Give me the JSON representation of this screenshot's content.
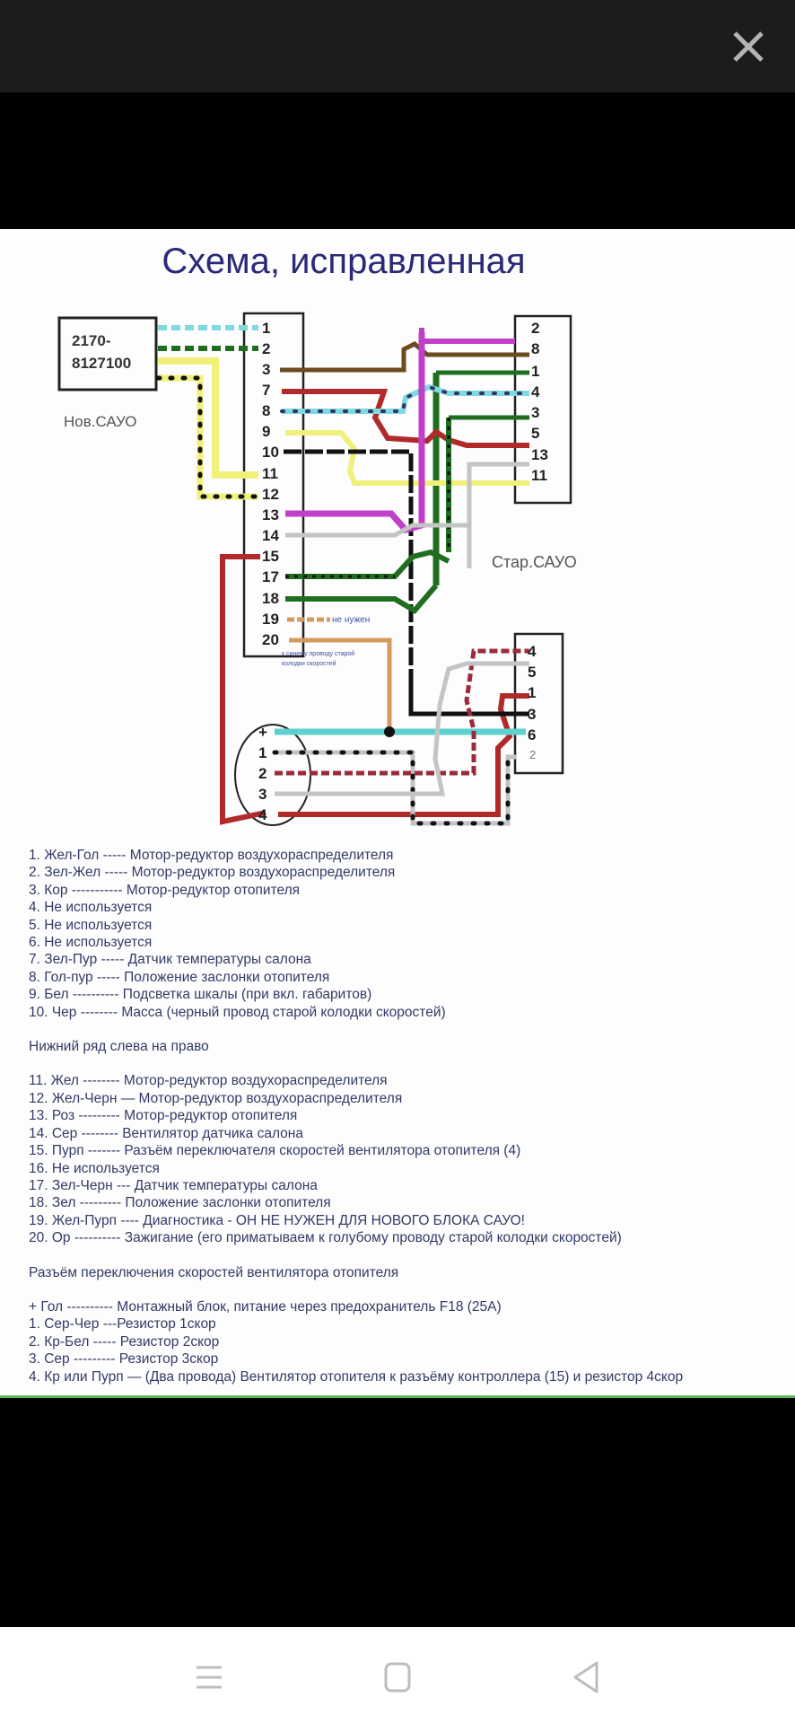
{
  "viewer": {
    "close_icon": "close-x-icon"
  },
  "diagram": {
    "title": "Схема, исправленная",
    "new_unit": {
      "part_number_line1": "2170-",
      "part_number_line2": "8127100",
      "label": "Нов.САУО"
    },
    "old_unit_label": "Стар.САУО",
    "left_connector_pins": [
      "1",
      "2",
      "3",
      "7",
      "8",
      "9",
      "10",
      "11",
      "12",
      "13",
      "14",
      "15",
      "17",
      "18",
      "19",
      "20"
    ],
    "right_connector_pins": [
      "2",
      "8",
      "1",
      "4",
      "3",
      "5",
      "13",
      "11"
    ],
    "speed_connector_pins": [
      "4",
      "5",
      "1",
      "3",
      "6",
      "2"
    ],
    "switch_pins": [
      "+",
      "1",
      "2",
      "3",
      "4"
    ],
    "note_19": "не нужен",
    "note_20_line1": "к синему проводу старой",
    "note_20_line2": "колодки скоростей",
    "wire_colors": {
      "cyan": "#7fd9e0",
      "green": "#1f6e1f",
      "yellow": "#f0f07a",
      "brown": "#6b4a1e",
      "red": "#b02a2a",
      "black": "#111111",
      "magenta": "#c040c8",
      "grey": "#c4c4c4",
      "orange": "#d49a5e"
    }
  },
  "legend": {
    "top_row": [
      "1. Жел-Гол ----- Мотор-редуктор воздухораспределителя",
      "2. Зел-Жел ----- Мотор-редуктор воздухораспределителя",
      "3. Кор ----------- Мотор-редуктор отопителя",
      "4. Не используется",
      "5. Не используется",
      "6. Не используется",
      "7. Зел-Пур ----- Датчик температуры салона",
      "8. Гол-пур ----- Положение заслонки отопителя",
      "9. Бел ---------- Подсветка шкалы (при вкл. габаритов)",
      "10. Чер -------- Масса (черный провод старой колодки скоростей)"
    ],
    "bottom_row_heading": "Нижний ряд слева на право",
    "bottom_row": [
      "11. Жел -------- Мотор-редуктор воздухораспределителя",
      "12. Жел-Черн — Мотор-редуктор воздухораспределителя",
      "13. Роз --------- Мотор-редуктор отопителя",
      "14. Сер -------- Вентилятор датчика салона",
      "15. Пурп ------- Разъём переключателя скоростей вентилятора отопителя (4)",
      "16. Не используется",
      "17. Зел-Черн --- Датчик температуры салона",
      "18. Зел --------- Положение заслонки отопителя",
      "19. Жел-Пурп ---- Диагностика -  ОН НЕ НУЖЕН ДЛЯ НОВОГО БЛОКА САУО!",
      "20. Ор ---------- Зажигание (его приматываем к голубому проводу старой колодки скоростей)"
    ],
    "switch_heading": "Разъём переключения скоростей вентилятора отопителя",
    "switch_rows": [
      "+ Гол ---------- Монтажный блок, питание через предохранитель F18 (25А)",
      "1. Сер-Чер ---Резистор 1скор",
      "2. Кр-Бел ----- Резистор 2скор",
      "3. Сер --------- Резистор 3скор",
      "4. Кр или Пурп — (Два провода) Вентилятор отопителя к разъёму контроллера (15)  и резистор 4скор"
    ]
  },
  "navbar": {
    "recent_icon": "recent-apps-icon",
    "home_icon": "home-icon",
    "back_icon": "back-icon"
  }
}
